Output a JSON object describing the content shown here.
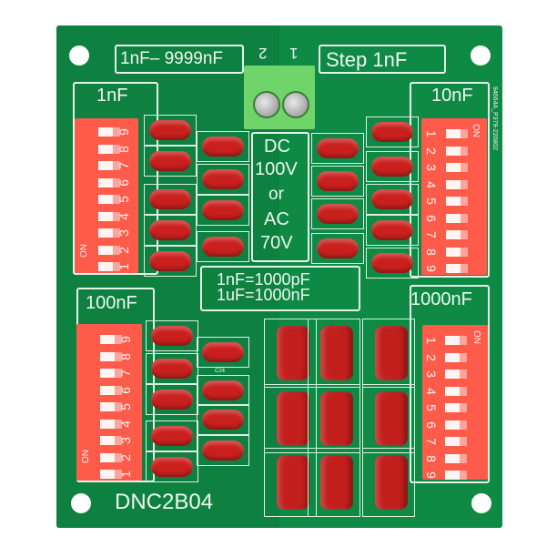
{
  "board": {
    "model": "DNC2B04",
    "range_label": "1nF– 9999nF",
    "step_label": "Step  1nF",
    "terminal_pins": [
      "2",
      "1"
    ],
    "serial": "94664A_P379-220802",
    "voltage": [
      "DC",
      "100V",
      "or",
      "AC",
      "70V"
    ],
    "conversion": [
      "1nF=1000pF",
      "1uF=1000nF"
    ],
    "colors": {
      "pcb": "#0f8a45",
      "dip": "#ff5b4a",
      "capacitor": "#c9201e",
      "terminal": "#6fd46a"
    }
  },
  "dip_switches": [
    {
      "label": "1nF",
      "on_label": "ON",
      "positions": [
        "1",
        "2",
        "3",
        "4",
        "5",
        "6",
        "7",
        "8",
        "9"
      ]
    },
    {
      "label": "10nF",
      "on_label": "ON",
      "positions": [
        "1",
        "2",
        "3",
        "4",
        "5",
        "6",
        "7",
        "8",
        "9"
      ]
    },
    {
      "label": "100nF",
      "on_label": "ON",
      "positions": [
        "1",
        "2",
        "3",
        "4",
        "5",
        "6",
        "7",
        "8",
        "9"
      ]
    },
    {
      "label": "1000nF",
      "on_label": "ON",
      "positions": [
        "1",
        "2",
        "3",
        "4",
        "5",
        "6",
        "7",
        "8",
        "9"
      ]
    }
  ],
  "silkscreen_refs": [
    "C24"
  ]
}
